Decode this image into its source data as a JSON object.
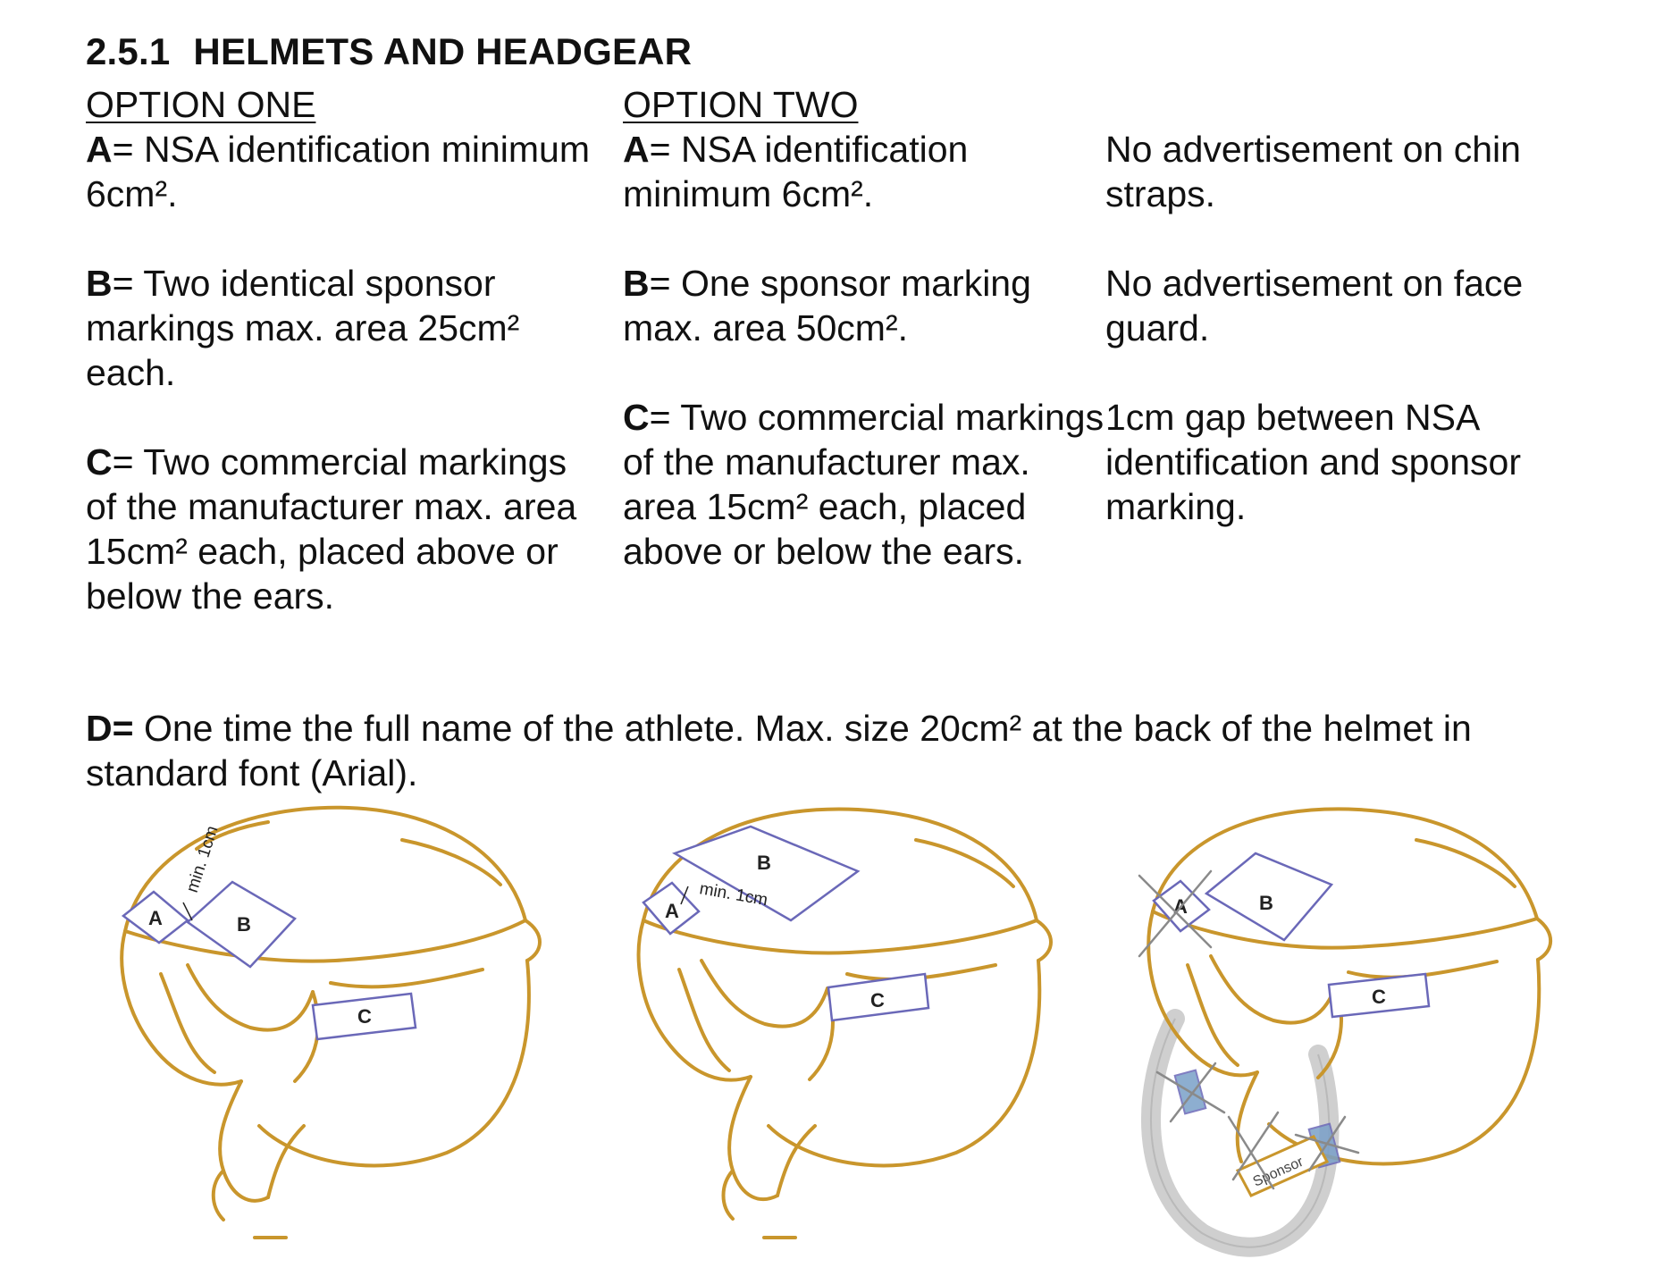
{
  "section": {
    "number": "2.5.1",
    "title": "HELMETS AND HEADGEAR"
  },
  "option_one": {
    "title": "OPTION ONE",
    "items": [
      {
        "key": "A",
        "text": "= NSA identification minimum 6cm²."
      },
      {
        "key": "B",
        "text": "= Two identical sponsor markings max. area 25cm² each."
      },
      {
        "key": "C",
        "text": "= Two commercial markings of the manufacturer max. area 15cm² each, placed above or below the ears."
      }
    ]
  },
  "option_two": {
    "title": "OPTION TWO",
    "items": [
      {
        "key": "A",
        "text": "= NSA identification minimum 6cm²."
      },
      {
        "key": "B",
        "text": "= One sponsor marking max. area 50cm²."
      },
      {
        "key": "C",
        "text": "= Two commercial markings of the manufacturer max. area 15cm² each, placed above or below the ears."
      }
    ]
  },
  "rules": [
    "No advertisement on chin straps.",
    "No advertisement on face guard.",
    "1cm gap between NSA identification and sponsor marking."
  ],
  "name_rule": {
    "key": "D=",
    "text": " One time the full name of the athlete. Max. size 20cm² at the back of the helmet in standard font (Arial)."
  },
  "diagram": {
    "label_a": "A",
    "label_b": "B",
    "label_c": "C",
    "min_gap": "min. 1cm",
    "sponsor": "Sponsor",
    "colors": {
      "shell": "#c9962c",
      "marking": "#6a68b8",
      "prohibited": "#8a8a8a",
      "strap": "#cfcfcf"
    }
  }
}
